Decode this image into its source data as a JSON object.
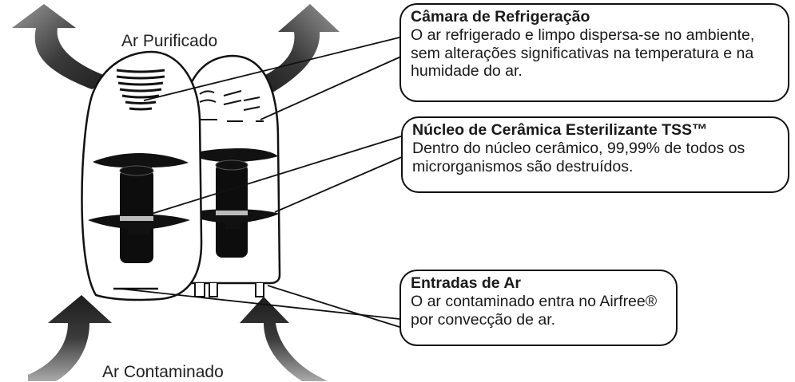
{
  "labels": {
    "top_flow": "Ar Purificado",
    "bottom_flow": "Ar Contaminado"
  },
  "callouts": [
    {
      "title": "Câmara de Refrigeração",
      "body": "O ar refrigerado e limpo dispersa-se no ambiente, sem alterações significativas na temperatura e na humidade do ar."
    },
    {
      "title": "Núcleo de Cerâmica Esterilizante TSS™",
      "body": "Dentro do núcleo cerâmico, 99,99% de todos os microrganismos são destruídos."
    },
    {
      "title": "Entradas de Ar",
      "body": "O ar contaminado entra no Airfree® por convecção de ar."
    }
  ],
  "colors": {
    "arrow": "#2f2f2f",
    "outline": "#111111",
    "background": "#ffffff"
  }
}
